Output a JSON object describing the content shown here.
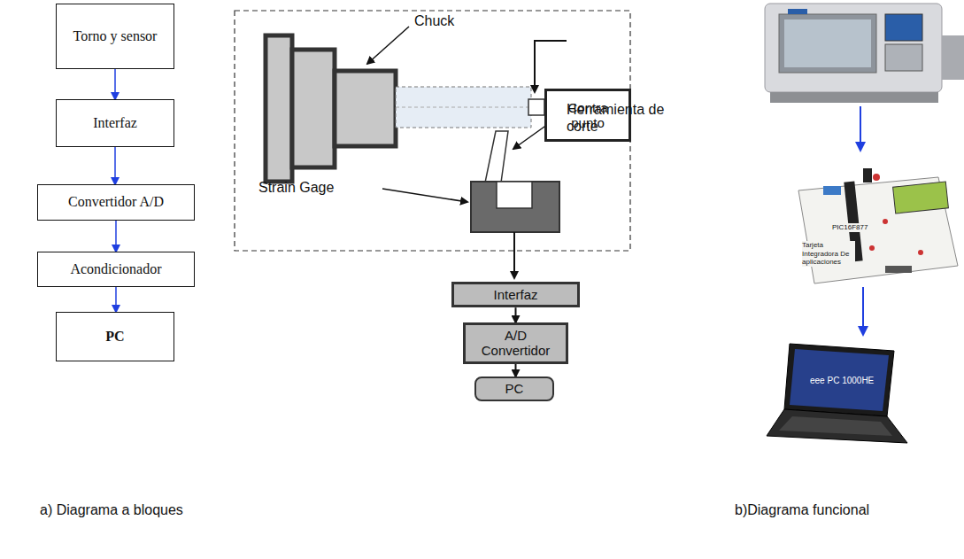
{
  "diagram": {
    "nodes": [
      {
        "text": [
          "Torno y sensor"
        ]
      },
      {
        "text": [
          "Interfaz"
        ]
      },
      {
        "text": [
          "Convertidor A/D"
        ]
      },
      {
        "text": [
          "Acondicionador"
        ]
      },
      {
        "text": [
          "PC"
        ]
      },
      {
        "text": [
          "Contra punto"
        ]
      },
      {
        "text": [
          "Interfaz"
        ]
      },
      {
        "text": [
          "A/D Convertidor"
        ]
      },
      {
        "text": [
          "PC"
        ]
      }
    ],
    "edges": [
      {
        "from": 0,
        "to": 1,
        "arrow": "to"
      },
      {
        "from": 1,
        "to": 2,
        "arrow": "to"
      },
      {
        "from": 2,
        "to": 3,
        "arrow": "to"
      },
      {
        "from": 3,
        "to": 4,
        "arrow": "to"
      },
      {
        "from": 6,
        "to": 7,
        "arrow": "to"
      },
      {
        "from": 7,
        "to": 8,
        "arrow": "to"
      }
    ],
    "labels": [
      "Chuck",
      "Herramienta de corte",
      "Strain Gage",
      "PIC16F877",
      "Tarjeta Integradora De aplicaciones",
      "eee PC 1000HE",
      "a) Diagrama a bloques",
      "b)Diagrama funcional"
    ]
  }
}
